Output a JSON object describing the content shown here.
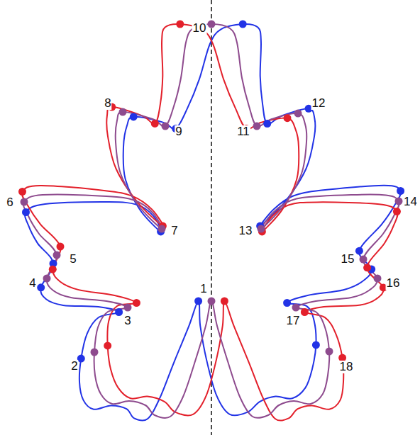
{
  "diagram": {
    "labels": [
      "1",
      "2",
      "3",
      "4",
      "5",
      "6",
      "7",
      "8",
      "9",
      "10",
      "11",
      "12",
      "13",
      "14",
      "15",
      "16",
      "17",
      "18"
    ]
  }
}
